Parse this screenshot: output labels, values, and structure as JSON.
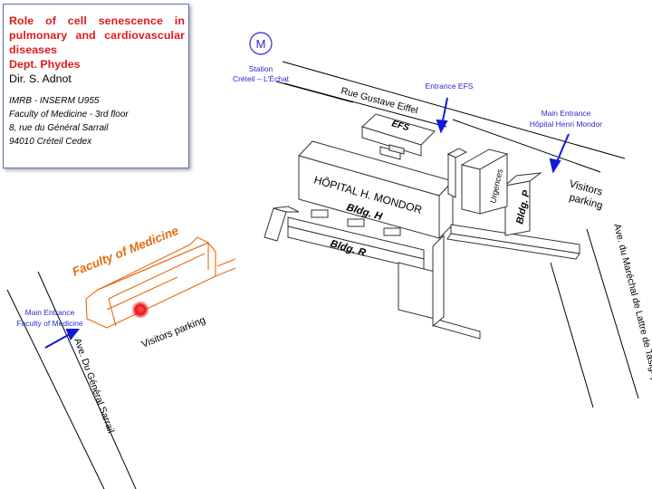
{
  "info_box": {
    "title": "Role of cell senescence in pulmonary and cardiovascular diseases",
    "dept": "Dept. Phydes",
    "director": "Dir. S. Adnot",
    "address_lines": [
      "IMRB - INSERM U955",
      "Faculty of Medicine -  3rd floor",
      "8, rue du Général Sarrail",
      "94010 Créteil Cedex"
    ]
  },
  "metro": {
    "symbol": "M",
    "station_line1": "Station",
    "station_line2": "Créteil – L'Échat"
  },
  "entrances": {
    "efs": "Entrance EFS",
    "hopital_line1": "Main Entrance",
    "hopital_line2": "Hôpital Henri Mondor",
    "faculty_line1": "Main Entrance",
    "faculty_line2": "Faculty of Medicine"
  },
  "streets": {
    "gustave_eiffel": "Rue Gustave Eiffel",
    "general_sarrail": "Ave. Du Général Sarrail",
    "marechal": "Ave. du Maréchal de Lattre de Tasigny"
  },
  "buildings": {
    "efs": "EFS",
    "hopital": "HÔPITAL H. MONDOR",
    "bldg_h": "Bldg. H",
    "bldg_r": "Bldg. R",
    "bldg_p": "Bldg. P",
    "urgences": "Urgences",
    "faculty": "Faculty of Medicine"
  },
  "parking": {
    "visitors_east_line1": "Visitors",
    "visitors_east_line2": "parking",
    "visitors_west": "Visitors parking"
  },
  "colors": {
    "title_red": "#e0181b",
    "arrow_blue": "#1018d6",
    "label_blue": "#2a2ad0",
    "faculty_orange": "#e86a10",
    "marker_red": "#e8151b"
  }
}
